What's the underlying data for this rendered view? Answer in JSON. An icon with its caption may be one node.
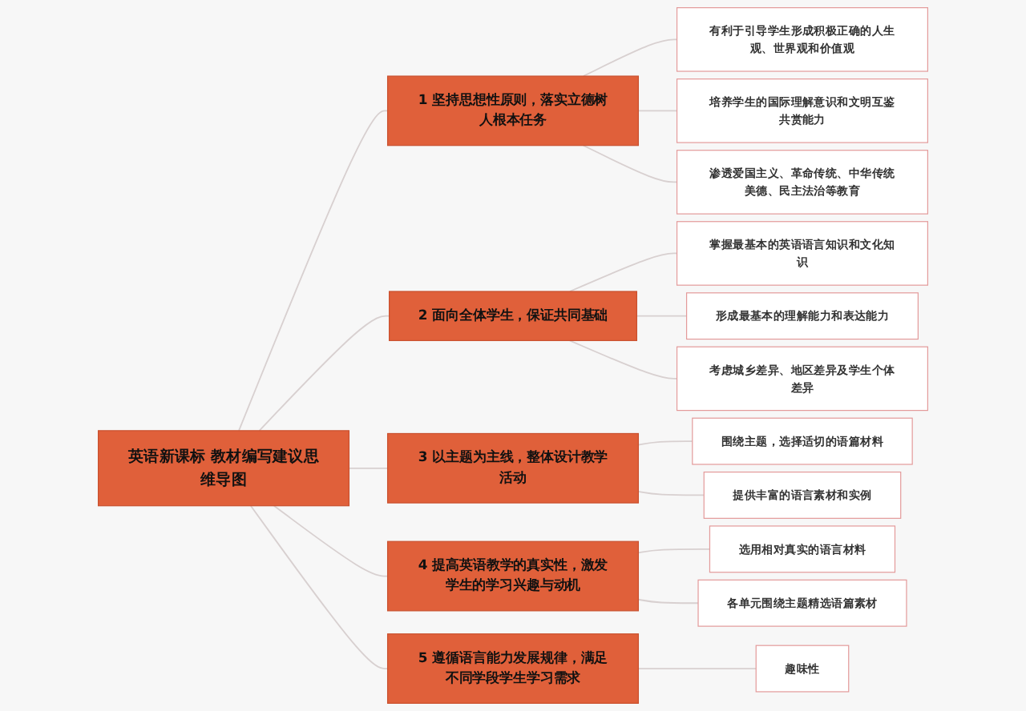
{
  "diagram": {
    "nodes": [
      {
        "text": [
          "英语新课标 教材编写建议思维导图"
        ]
      },
      {
        "text": [
          "1 坚持思想性原则，落实立德树人根本任务"
        ]
      },
      {
        "text": [
          "有利于引导学生形成积极正确的人生观、世界观和价值观"
        ]
      },
      {
        "text": [
          "培养学生的国际理解意识和文明互鉴共赏能力"
        ]
      },
      {
        "text": [
          "渗透爱国主义、革命传统、中华传统美德、民主法治等教育"
        ]
      },
      {
        "text": [
          "2 面向全体学生，保证共同基础"
        ]
      },
      {
        "text": [
          "掌握最基本的英语语言知识和文化知识"
        ]
      },
      {
        "text": [
          "形成最基本的理解能力和表达能力"
        ]
      },
      {
        "text": [
          "考虑城乡差异、地区差异及学生个体差异"
        ]
      },
      {
        "text": [
          "3 以主题为主线，整体设计教学活动"
        ]
      },
      {
        "text": [
          "围绕主题，选择适切的语篇材料"
        ]
      },
      {
        "text": [
          "提供丰富的语言素材和实例"
        ]
      },
      {
        "text": [
          "4 提高英语教学的真实性，激发学生的学习兴趣与动机"
        ]
      },
      {
        "text": [
          "选用相对真实的语言材料"
        ]
      },
      {
        "text": [
          "各单元围绕主题精选语篇素材"
        ]
      },
      {
        "text": [
          "5 遵循语言能力发展规律，满足不同学段学生学习需求"
        ]
      },
      {
        "text": [
          "趣味性"
        ]
      }
    ],
    "edges": [
      {
        "from": 0,
        "to": 1,
        "arrow": "none"
      },
      {
        "from": 1,
        "to": 2,
        "arrow": "none"
      },
      {
        "from": 1,
        "to": 3,
        "arrow": "none"
      },
      {
        "from": 1,
        "to": 4,
        "arrow": "none"
      },
      {
        "from": 0,
        "to": 5,
        "arrow": "none"
      },
      {
        "from": 5,
        "to": 6,
        "arrow": "none"
      },
      {
        "from": 5,
        "to": 7,
        "arrow": "none"
      },
      {
        "from": 5,
        "to": 8,
        "arrow": "none"
      },
      {
        "from": 0,
        "to": 9,
        "arrow": "none"
      },
      {
        "from": 9,
        "to": 10,
        "arrow": "none"
      },
      {
        "from": 9,
        "to": 11,
        "arrow": "none"
      },
      {
        "from": 0,
        "to": 12,
        "arrow": "none"
      },
      {
        "from": 12,
        "to": 13,
        "arrow": "none"
      },
      {
        "from": 12,
        "to": 14,
        "arrow": "none"
      },
      {
        "from": 0,
        "to": 15,
        "arrow": "none"
      },
      {
        "from": 15,
        "to": 16,
        "arrow": "none"
      }
    ]
  }
}
